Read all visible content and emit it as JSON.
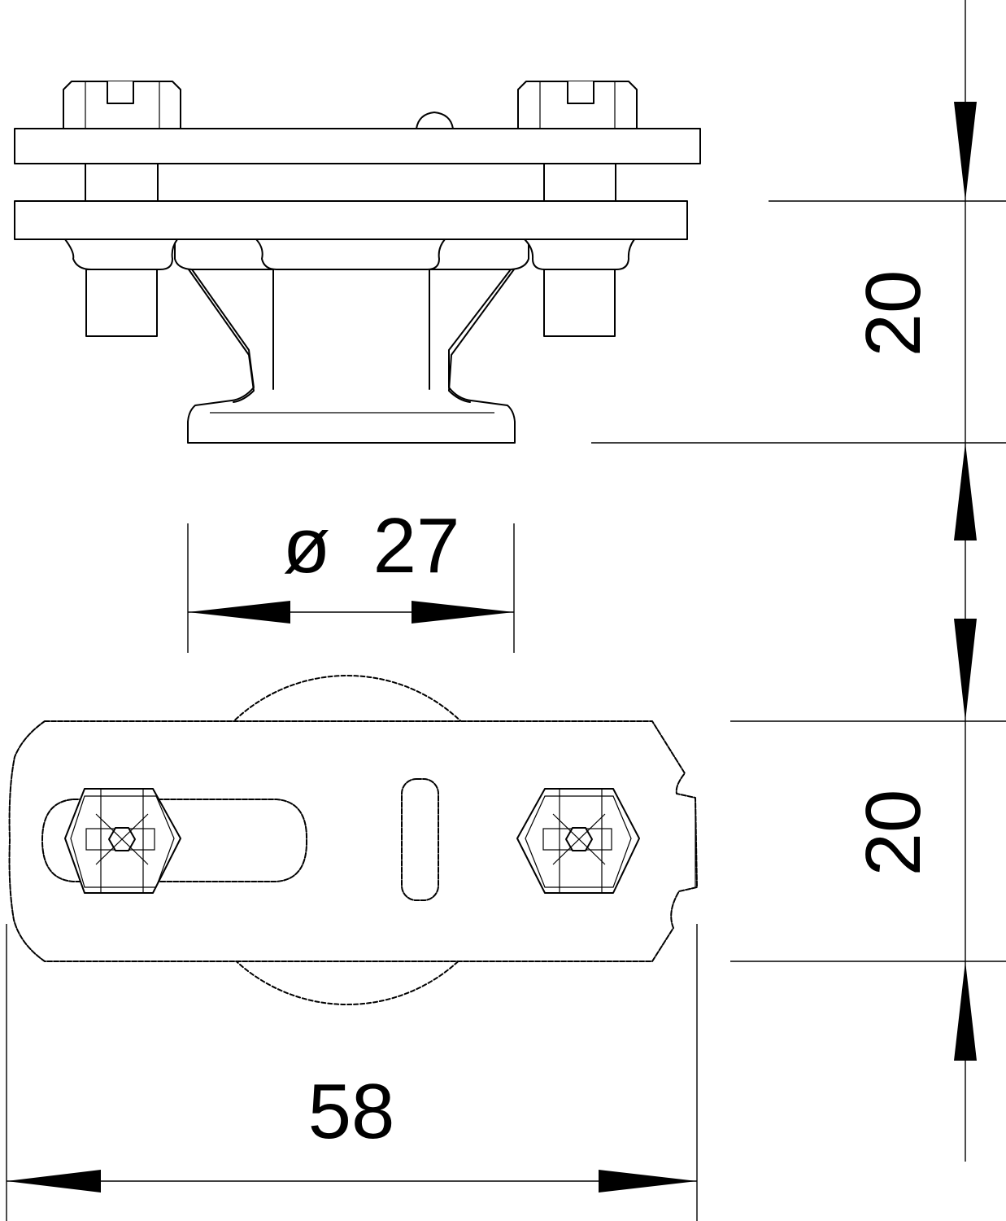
{
  "drawing": {
    "colors": {
      "line": "#000000",
      "background": "#ffffff"
    },
    "dimensions": {
      "diameter_symbol": "ø",
      "diameter_value": "27",
      "width_value": "58",
      "upper_height_value": "20",
      "lower_height_value": "20"
    }
  }
}
